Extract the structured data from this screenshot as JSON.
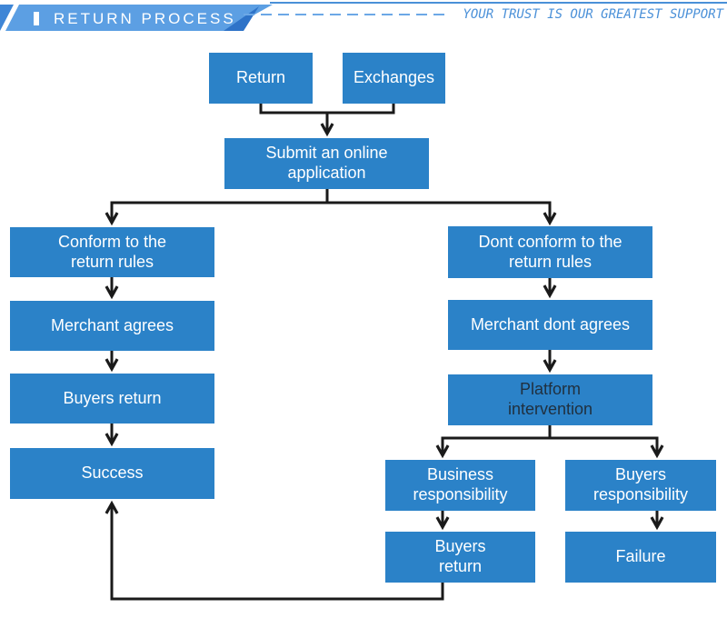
{
  "header": {
    "title": "RETURN PROCESS",
    "slogan": "YOUR TRUST IS OUR GREATEST SUPPORT"
  },
  "nodes": {
    "return": {
      "label": "Return"
    },
    "exchanges": {
      "label": "Exchanges"
    },
    "submit": {
      "label": "Submit an online\napplication"
    },
    "conform": {
      "label": "Conform to the\nreturn rules"
    },
    "merchant_agrees": {
      "label": "Merchant agrees"
    },
    "buyers_return": {
      "label": "Buyers return"
    },
    "success": {
      "label": "Success"
    },
    "dont_conform": {
      "label": "Dont conform to the\nreturn rules"
    },
    "merchant_dont_agrees": {
      "label": "Merchant dont agrees"
    },
    "platform_intervention": {
      "label": "Platform\nintervention"
    },
    "business_responsibility": {
      "label": "Business\nresponsibility"
    },
    "buyers_responsibility": {
      "label": "Buyers\nresponsibility"
    },
    "buyers_return_2": {
      "label": "Buyers\nreturn"
    },
    "failure": {
      "label": "Failure"
    }
  },
  "colors": {
    "box_blue": "#2b82c8",
    "banner_blue": "#5c9fe3",
    "banner_wedge_blue": "#3f86d6",
    "banner_accent_blue": "#2e73c8",
    "slogan_blue": "#4a90d8",
    "arrow_black": "#1a1a1a",
    "platform_text_dark": "#20303f",
    "white": "#ffffff"
  }
}
